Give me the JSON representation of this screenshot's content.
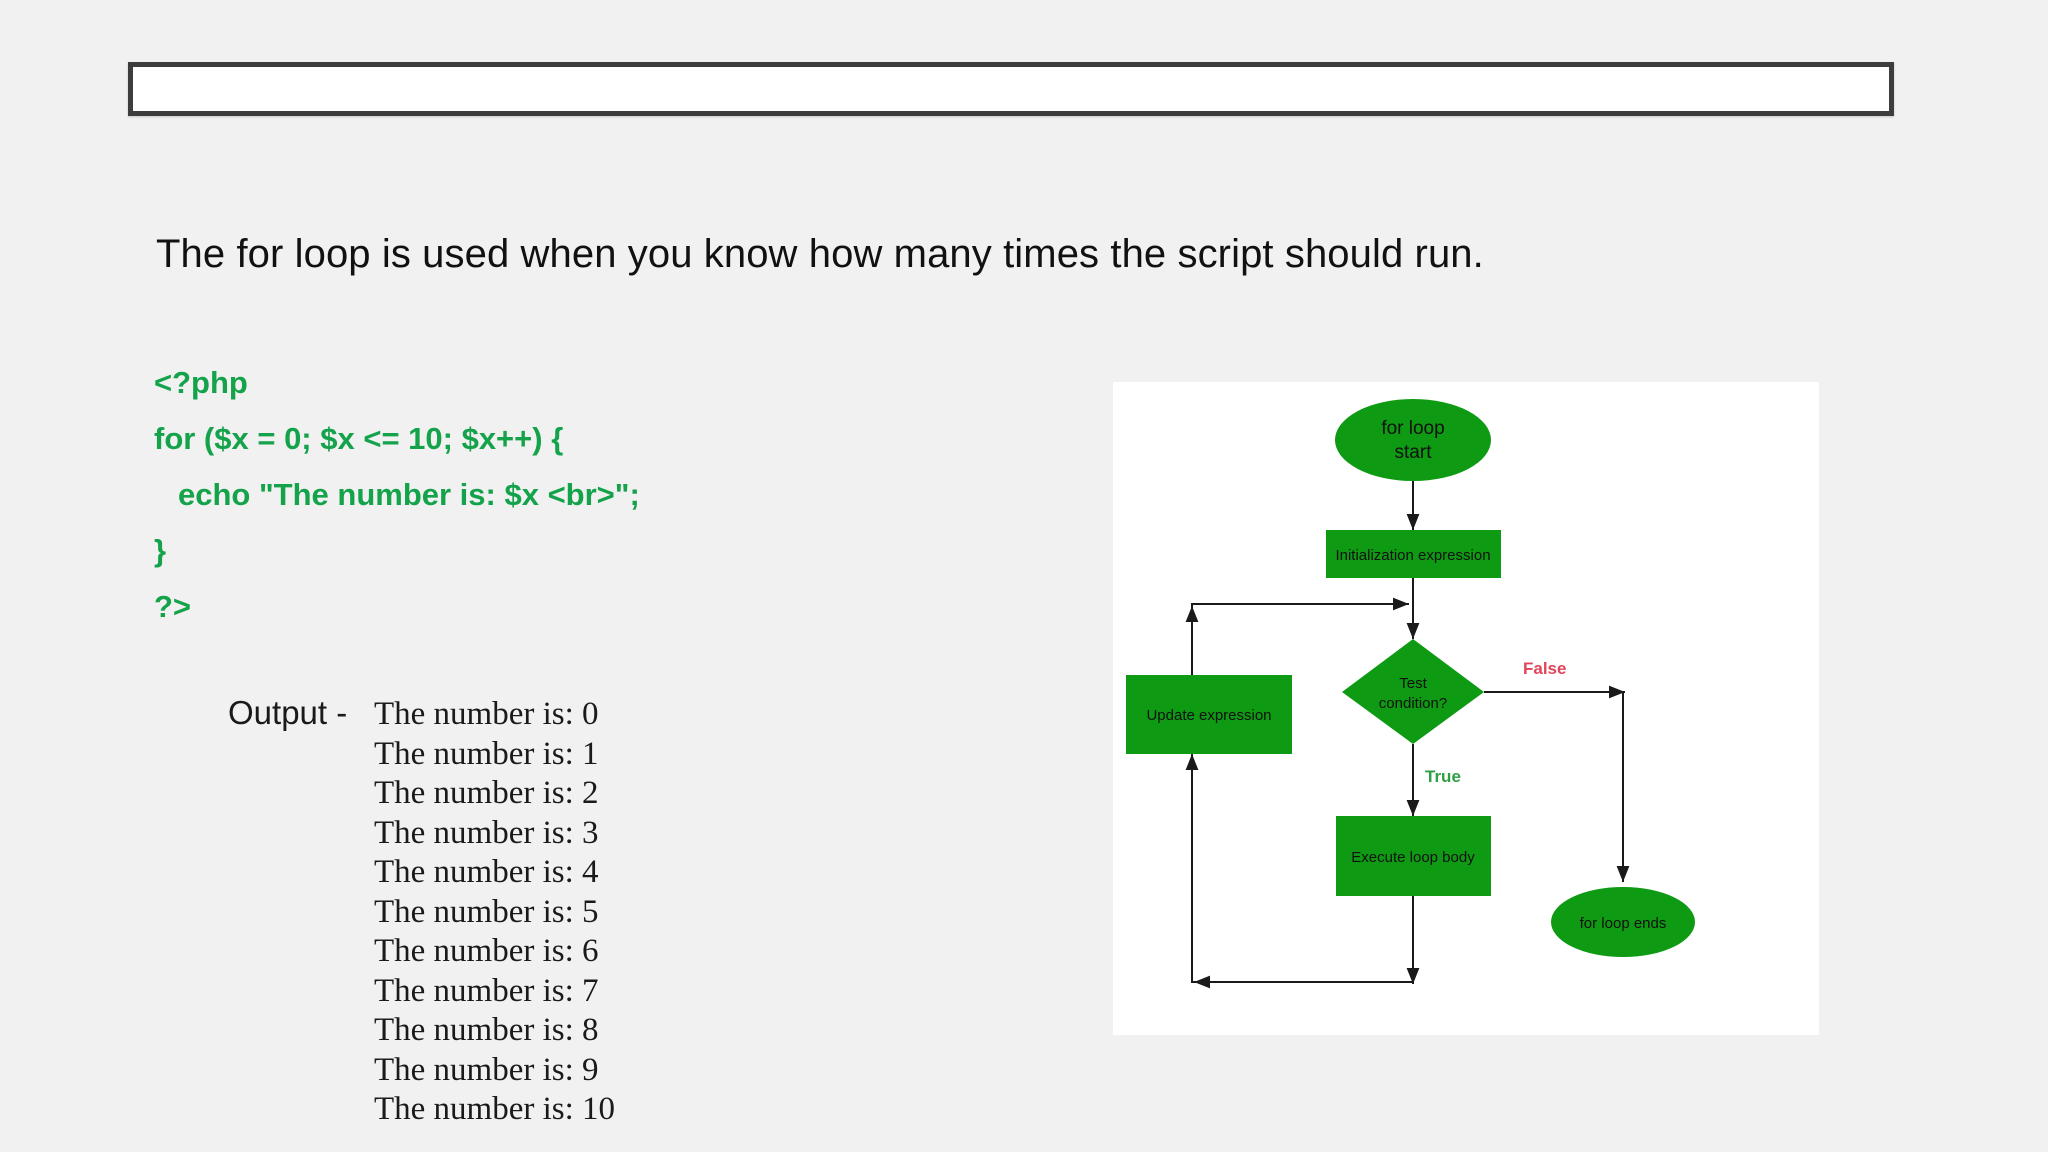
{
  "slide": {
    "title_bar_text": "",
    "background_color": "#f1f1f1",
    "intro_line": "The for loop is used when you know how many times the script should run."
  },
  "code": {
    "language": "php",
    "accent_color": "#14a34a",
    "lines": [
      "<?php",
      "for ($x = 0; $x <= 10; $x++) {",
      "echo \"The number is: $x <br>\";",
      "}",
      "?>"
    ]
  },
  "output": {
    "label": "Output -",
    "lines": [
      "The number is: 0",
      "The number is: 1",
      "The number is: 2",
      "The number is: 3",
      "The number is: 4",
      "The number is: 5",
      "The number is: 6",
      "The number is: 7",
      "The number is: 8",
      "The number is: 9",
      "The number is: 10"
    ]
  },
  "flowchart": {
    "panel_background": "#ffffff",
    "shape_fill": "#0e9a12",
    "shape_text_color": "#111111",
    "arrow_color": "#1a1a1a",
    "nodes": {
      "start": "for loop start",
      "start_line_1": "for loop",
      "start_line_2": "start",
      "init": "Initialization expression",
      "update": "Update expression",
      "test_line_1": "Test",
      "test_line_2": "condition?",
      "test": "Test condition?",
      "body": "Execute loop body",
      "end": "for loop ends"
    },
    "edge_labels": {
      "false": "False",
      "true": "True"
    },
    "edge_label_colors": {
      "false": "#e0455a",
      "true": "#2f9e44"
    }
  }
}
